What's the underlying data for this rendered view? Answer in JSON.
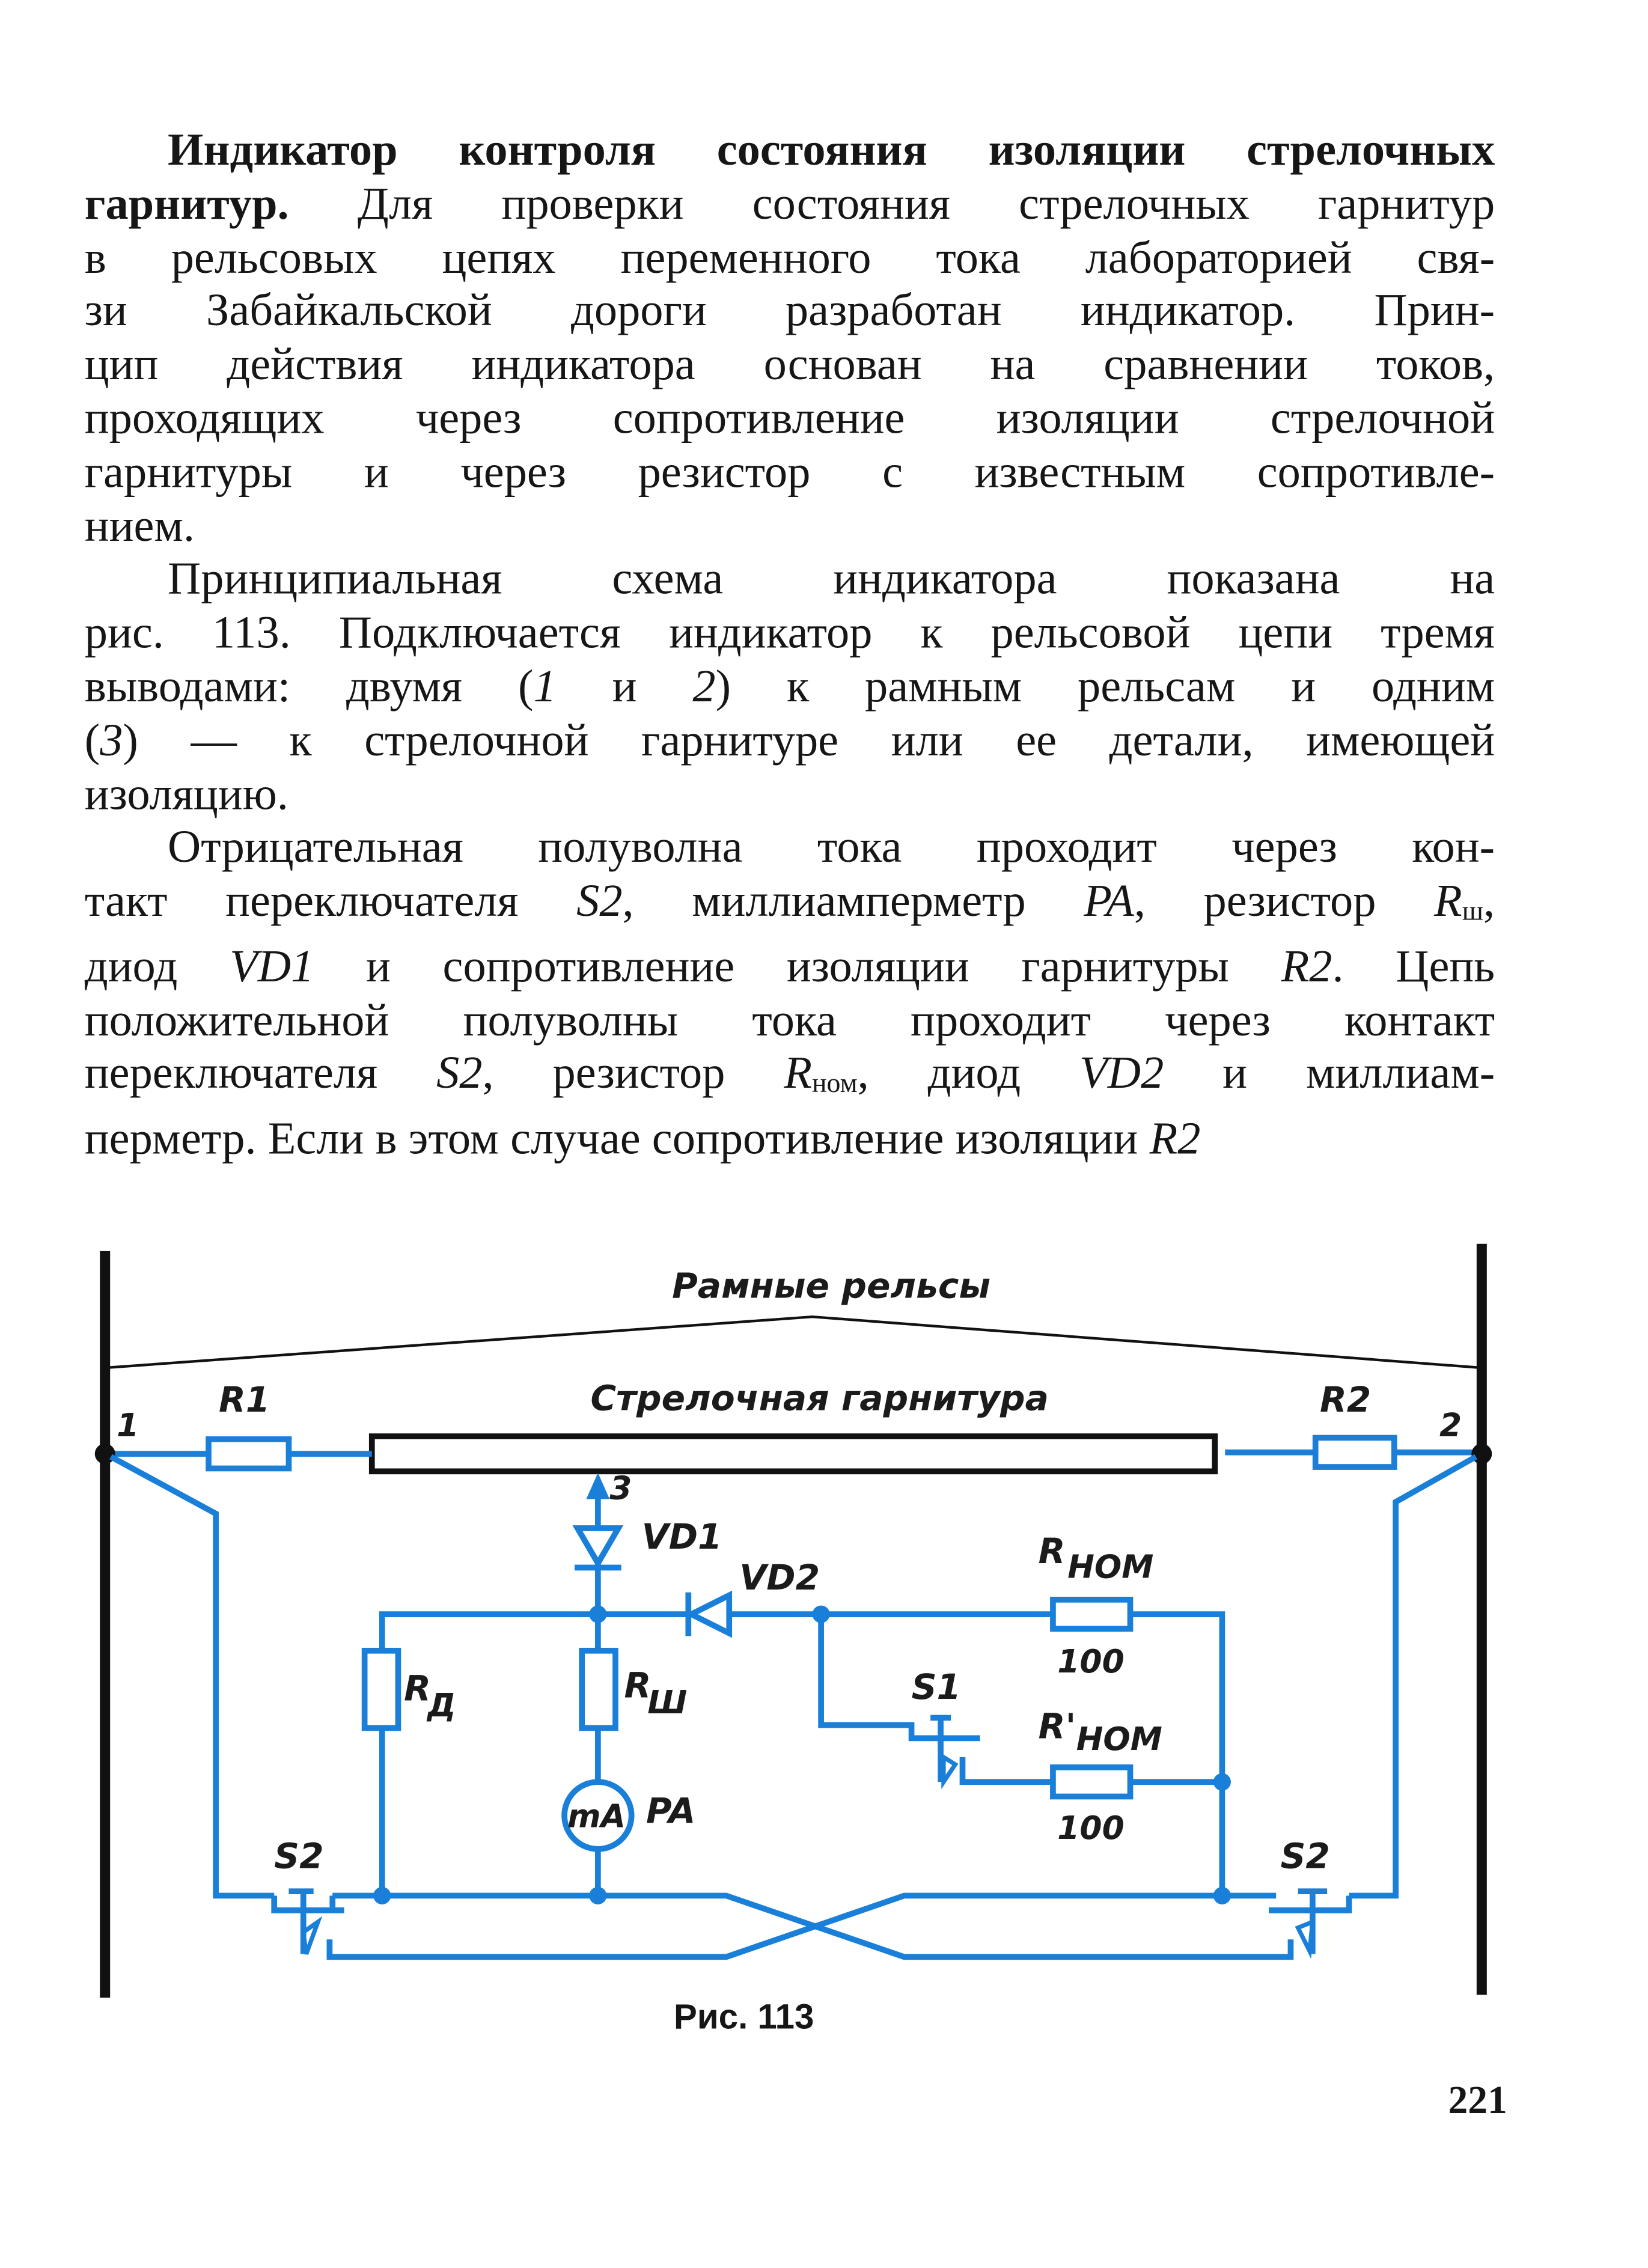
{
  "paragraphs": [
    {
      "lines": [
        [
          {
            "t": "Индикатор контроля состояния изоляции стрелочных",
            "b": true
          }
        ],
        [
          {
            "t": "гарнитур.",
            "b": true
          },
          {
            "t": " Для проверки состояния стрелочных гарнитур"
          }
        ],
        [
          {
            "t": "в рельсовых цепях переменного тока лабораторией свя-"
          }
        ],
        [
          {
            "t": "зи Забайкальской дороги разработан индикатор. Прин-"
          }
        ],
        [
          {
            "t": "цип действия индикатора основан на сравнении токов,"
          }
        ],
        [
          {
            "t": "проходящих через сопротивление изоляции стрелочной"
          }
        ],
        [
          {
            "t": "гарнитуры и через резистор с известным сопротивле-"
          }
        ],
        [
          {
            "t": "нием."
          }
        ]
      ]
    },
    {
      "lines": [
        [
          {
            "t": "Принципиальная схема индикатора показана на"
          }
        ],
        [
          {
            "t": "рис. 113. Подключается индикатор к рельсовой цепи тремя"
          }
        ],
        [
          {
            "t": "выводами: двумя ("
          },
          {
            "t": "1",
            "i": true
          },
          {
            "t": " и "
          },
          {
            "t": "2",
            "i": true
          },
          {
            "t": ") к рамным рельсам и одним"
          }
        ],
        [
          {
            "t": "("
          },
          {
            "t": "3",
            "i": true
          },
          {
            "t": ") — к стрелочной гарнитуре или ее детали, имеющей"
          }
        ],
        [
          {
            "t": "изоляцию."
          }
        ]
      ]
    },
    {
      "lines": [
        [
          {
            "t": "Отрицательная полуволна тока проходит через кон-"
          }
        ],
        [
          {
            "t": "такт переключателя "
          },
          {
            "t": "S2",
            "i": true
          },
          {
            "t": ", миллиамперметр "
          },
          {
            "t": "PA",
            "i": true
          },
          {
            "t": ", резистор "
          },
          {
            "t": "R",
            "i": true
          },
          {
            "t": "ш",
            "sub": true
          },
          {
            "t": ","
          }
        ],
        [
          {
            "t": "диод "
          },
          {
            "t": "VD1",
            "i": true
          },
          {
            "t": " и сопротивление изоляции гарнитуры "
          },
          {
            "t": "R2",
            "i": true
          },
          {
            "t": ". Цепь"
          }
        ],
        [
          {
            "t": "положительной полуволны тока проходит через контакт"
          }
        ],
        [
          {
            "t": "переключателя "
          },
          {
            "t": "S2",
            "i": true
          },
          {
            "t": ", резистор "
          },
          {
            "t": "R",
            "i": true
          },
          {
            "t": "ном",
            "sub": true
          },
          {
            "t": ", диод "
          },
          {
            "t": "VD2",
            "i": true
          },
          {
            "t": " и миллиам-"
          }
        ],
        [
          {
            "t": "перметр. Если в этом случае сопротивление изоляции "
          },
          {
            "t": "R2",
            "i": true
          }
        ]
      ]
    }
  ],
  "figure": {
    "rails_label": "Рамные рельсы",
    "switch_label": "Стрелочная гарнитура",
    "terminal_1": "1",
    "terminal_2": "2",
    "terminal_3": "3",
    "r1": "R1",
    "r2": "R2",
    "vd1": "VD1",
    "vd2": "VD2",
    "r_d": "R",
    "r_d_sub": "Д",
    "r_sh": "R",
    "r_sh_sub": "Ш",
    "meter_unit": "mA",
    "meter_label": "PA",
    "r_nom": "R",
    "r_nom_sub": "НОМ",
    "r_nom_value": "100",
    "r_nom2": "R'",
    "r_nom2_sub": "НОМ",
    "r_nom2_value": "100",
    "s1": "S1",
    "s2_left": "S2",
    "s2_right": "S2",
    "caption": "Рис. 113",
    "wire_color": "#1a7fd8"
  },
  "page_number": "221"
}
